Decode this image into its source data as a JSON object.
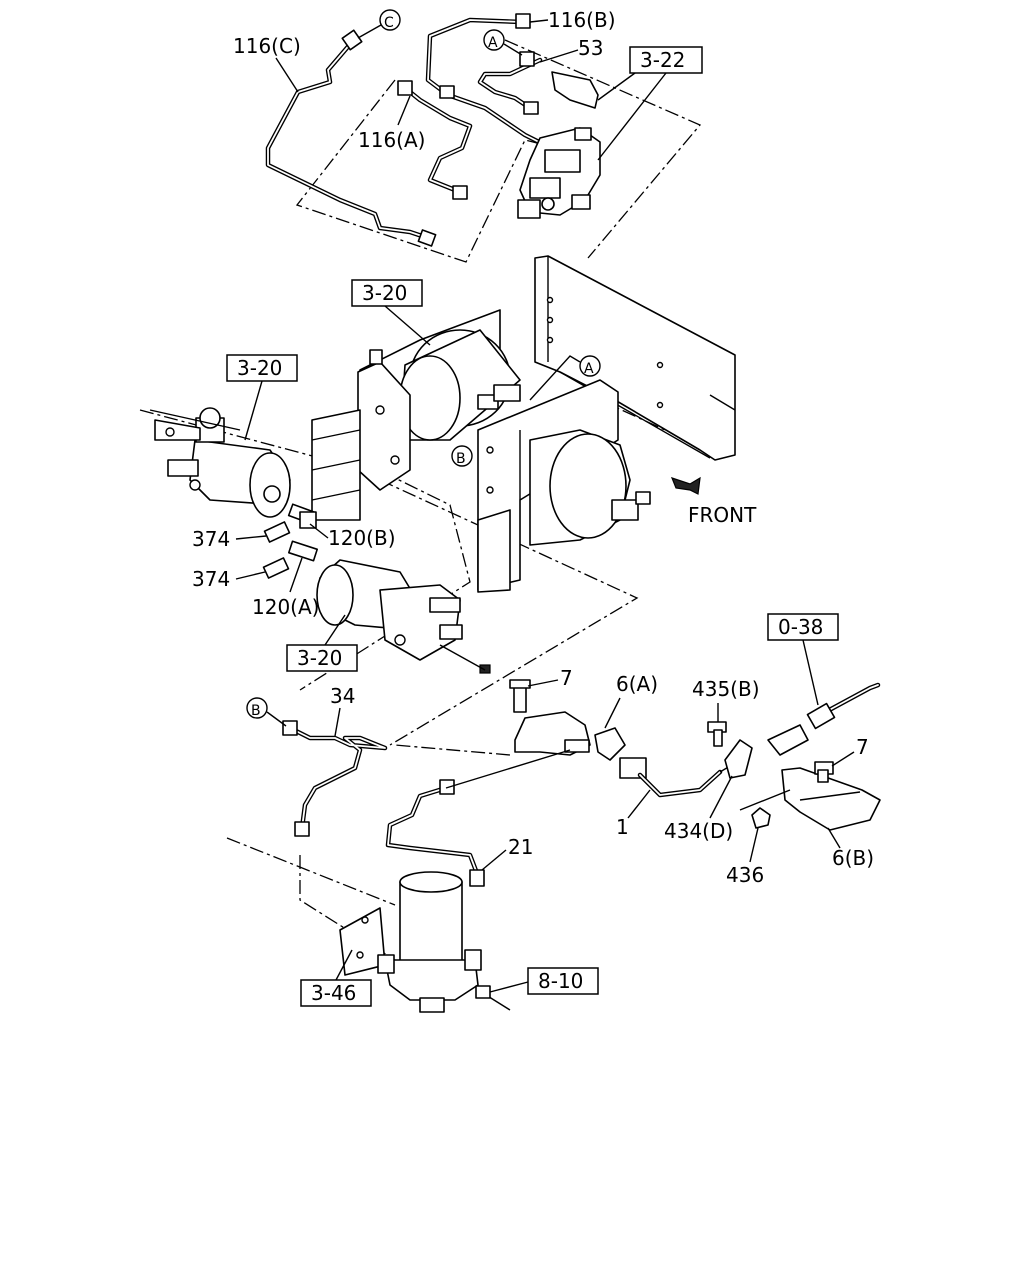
{
  "ref_boxes": {
    "r322": "3-22",
    "r320_top": "3-20",
    "r320_left": "3-20",
    "r320_bottom": "3-20",
    "r038": "0-38",
    "r346": "3-46",
    "r810": "8-10"
  },
  "callouts": {
    "c_116c": "116(C)",
    "c_116b": "116(B)",
    "c_53": "53",
    "c_116a": "116(A)",
    "c_374_top": "374",
    "c_120b": "120(B)",
    "c_374_bottom": "374",
    "c_120a": "120(A)",
    "c_34": "34",
    "c_7_top": "7",
    "c_6a": "6(A)",
    "c_435b": "435(B)",
    "c_7_right": "7",
    "c_1": "1",
    "c_434d": "434(D)",
    "c_6b": "6(B)",
    "c_436": "436",
    "c_21": "21"
  },
  "circle_refs": {
    "c_top": "C",
    "a_top": "A",
    "a_mid": "A",
    "b_mid": "B",
    "b_left": "B"
  },
  "direction_label": "FRONT"
}
